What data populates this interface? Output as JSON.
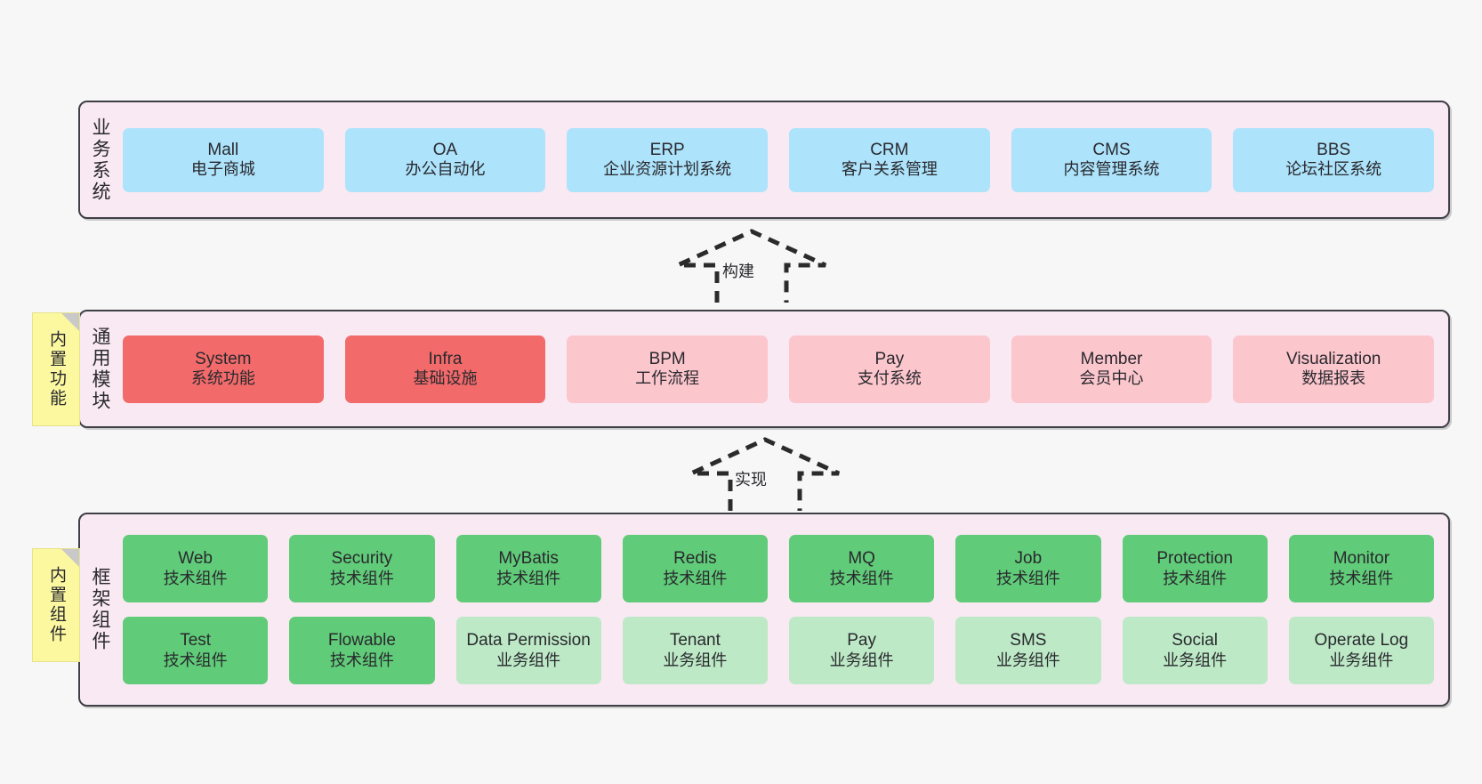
{
  "diagram": {
    "background_color": "#f7f7f7",
    "layers": [
      {
        "id": "business",
        "title": "业务系统",
        "fill": "#f9e9f3",
        "rows": [
          {
            "cards": [
              {
                "en": "Mall",
                "cn": "电子商城",
                "style": "blue"
              },
              {
                "en": "OA",
                "cn": "办公自动化",
                "style": "blue"
              },
              {
                "en": "ERP",
                "cn": "企业资源计划系统",
                "style": "blue"
              },
              {
                "en": "CRM",
                "cn": "客户关系管理",
                "style": "blue"
              },
              {
                "en": "CMS",
                "cn": "内容管理系统",
                "style": "blue"
              },
              {
                "en": "BBS",
                "cn": "论坛社区系统",
                "style": "blue"
              }
            ]
          }
        ]
      },
      {
        "id": "modules",
        "title": "通用模块",
        "note": "内置功能",
        "fill": "#f9e9f3",
        "rows": [
          {
            "cards": [
              {
                "en": "System",
                "cn": "系统功能",
                "style": "red"
              },
              {
                "en": "Infra",
                "cn": "基础设施",
                "style": "red"
              },
              {
                "en": "BPM",
                "cn": "工作流程",
                "style": "pink"
              },
              {
                "en": "Pay",
                "cn": "支付系统",
                "style": "pink"
              },
              {
                "en": "Member",
                "cn": "会员中心",
                "style": "pink"
              },
              {
                "en": "Visualization",
                "cn": "数据报表",
                "style": "pink"
              }
            ]
          }
        ]
      },
      {
        "id": "framework",
        "title": "框架组件",
        "note": "内置组件",
        "fill": "#f9e9f3",
        "rows": [
          {
            "cards": [
              {
                "en": "Web",
                "cn": "技术组件",
                "style": "green"
              },
              {
                "en": "Security",
                "cn": "技术组件",
                "style": "green"
              },
              {
                "en": "MyBatis",
                "cn": "技术组件",
                "style": "green"
              },
              {
                "en": "Redis",
                "cn": "技术组件",
                "style": "green"
              },
              {
                "en": "MQ",
                "cn": "技术组件",
                "style": "green"
              },
              {
                "en": "Job",
                "cn": "技术组件",
                "style": "green"
              },
              {
                "en": "Protection",
                "cn": "技术组件",
                "style": "green"
              },
              {
                "en": "Monitor",
                "cn": "技术组件",
                "style": "green"
              }
            ]
          },
          {
            "cards": [
              {
                "en": "Test",
                "cn": "技术组件",
                "style": "green"
              },
              {
                "en": "Flowable",
                "cn": "技术组件",
                "style": "green"
              },
              {
                "en": "Data Permission",
                "cn": "业务组件",
                "style": "lgreen"
              },
              {
                "en": "Tenant",
                "cn": "业务组件",
                "style": "lgreen"
              },
              {
                "en": "Pay",
                "cn": "业务组件",
                "style": "lgreen"
              },
              {
                "en": "SMS",
                "cn": "业务组件",
                "style": "lgreen"
              },
              {
                "en": "Social",
                "cn": "业务组件",
                "style": "lgreen"
              },
              {
                "en": "Operate Log",
                "cn": "业务组件",
                "style": "lgreen"
              }
            ]
          }
        ]
      }
    ],
    "connectors": [
      {
        "id": "build",
        "label": "构建",
        "direction": "up",
        "from": "modules",
        "to": "business"
      },
      {
        "id": "implement",
        "label": "实现",
        "direction": "up",
        "from": "framework",
        "to": "modules"
      }
    ],
    "palette": {
      "layer_fill": "#f9e9f3",
      "layer_border": "#3f3f46",
      "blue": "#ade3fb",
      "red": "#f26a6a",
      "pink": "#fcc6cd",
      "green": "#60cb78",
      "light_green": "#bde9c6",
      "note_yellow": "#fcf8a0",
      "note_fold": "#c9c9c9",
      "text": "#29292e"
    }
  }
}
